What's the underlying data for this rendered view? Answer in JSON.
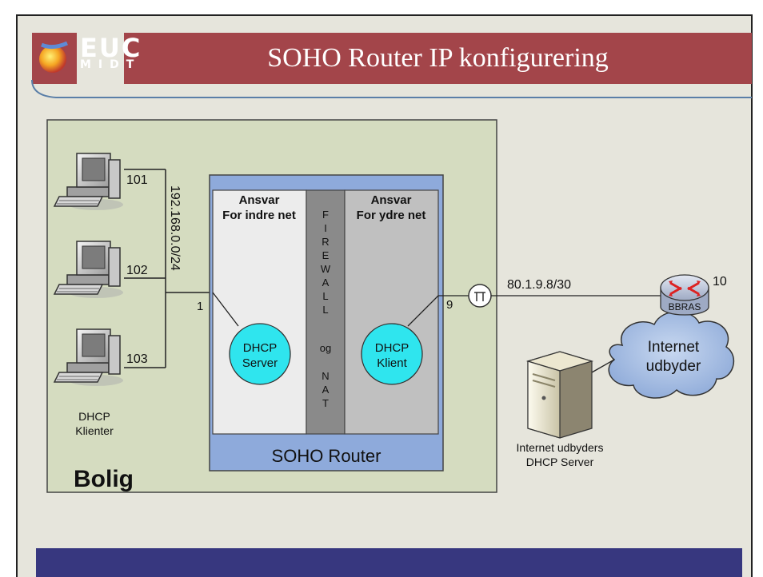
{
  "slide": {
    "title": "SOHO Router IP konfigurering",
    "logo_text": "EUC",
    "logo_subtext": "MIDT"
  },
  "diagram": {
    "house_label": "Bolig",
    "subnet": "192.168.0.0/24",
    "clients": [
      {
        "host": "101"
      },
      {
        "host": "102"
      },
      {
        "host": "103"
      }
    ],
    "clients_caption": [
      "DHCP",
      "Klienter"
    ],
    "router": {
      "label": "SOHO Router",
      "inner_header": [
        "Ansvar",
        "For indre net"
      ],
      "outer_header": [
        "Ansvar",
        "For ydre net"
      ],
      "firewall_letters": [
        "F",
        "I",
        "R",
        "E",
        "W",
        "A",
        "L",
        "L",
        "og",
        "N",
        "A",
        "T"
      ],
      "dhcp_server": [
        "DHCP",
        "Server"
      ],
      "dhcp_client": [
        "DHCP",
        "Klient"
      ],
      "inner_port": "1",
      "outer_port": "9"
    },
    "wan_subnet": "80.1.9.8/30",
    "isp_router": {
      "label": "BBRAS",
      "host": "10"
    },
    "cloud": [
      "Internet",
      "udbyder"
    ],
    "isp_server_caption": [
      "Internet udbyders",
      "DHCP Server"
    ]
  },
  "colors": {
    "title_bar": "#a3454a",
    "house": "#d5dcc0",
    "router_outer": "#8eaadb",
    "inner_panel": "#ececec",
    "firewall": "#8a8a8a",
    "outer_panel": "#c0c0c0",
    "dhcp_circle": "#2fe5ee",
    "cloud": "#a9c1e6",
    "bottom_bar": "#37377f"
  }
}
